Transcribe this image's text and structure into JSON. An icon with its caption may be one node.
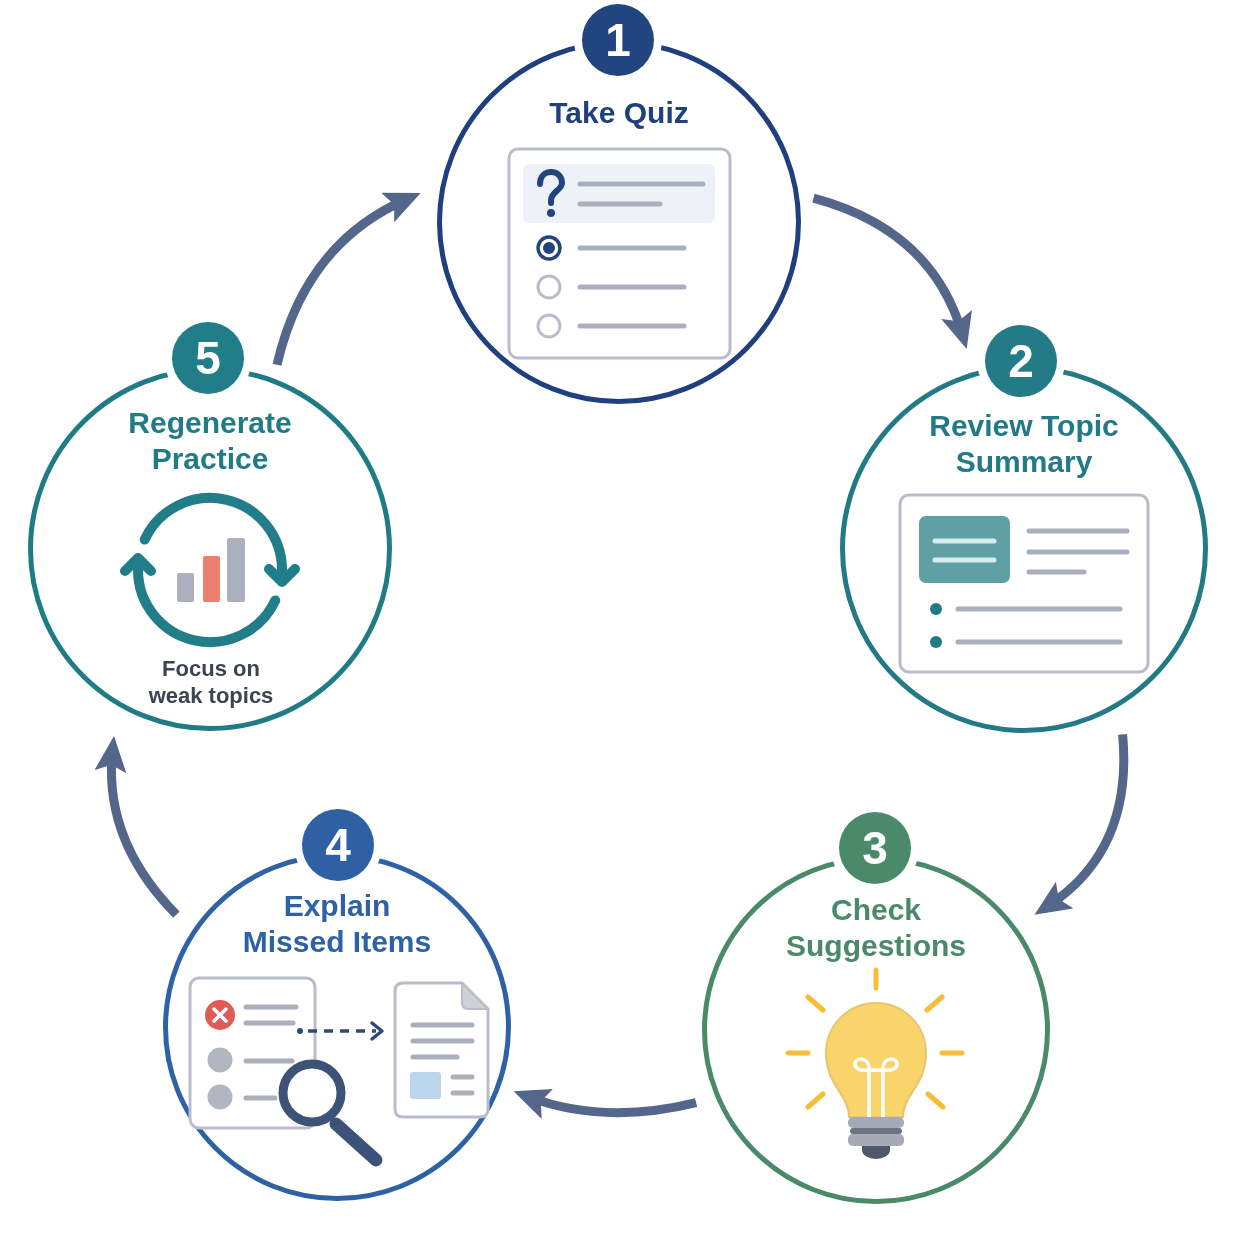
{
  "diagram": {
    "nodes": [
      {
        "text": [
          "1"
        ]
      },
      {
        "text": [
          "Take Quiz"
        ]
      },
      {
        "text": [
          "2"
        ]
      },
      {
        "text": [
          "Review Topic Summary"
        ]
      },
      {
        "text": [
          "3"
        ]
      },
      {
        "text": [
          "Check Suggestions"
        ]
      },
      {
        "text": [
          "4"
        ]
      },
      {
        "text": [
          "Explain Missed Items"
        ]
      },
      {
        "text": [
          "5"
        ]
      },
      {
        "text": [
          "Regenerate Practice",
          "Focus on weak topics"
        ]
      }
    ],
    "edges": [
      {
        "from": 1,
        "to": 3,
        "arrow": "to"
      },
      {
        "from": 3,
        "to": 5,
        "arrow": "to"
      },
      {
        "from": 5,
        "to": 7,
        "arrow": "to"
      },
      {
        "from": 7,
        "to": 9,
        "arrow": "to"
      },
      {
        "from": 9,
        "to": 1,
        "arrow": "to"
      }
    ]
  }
}
